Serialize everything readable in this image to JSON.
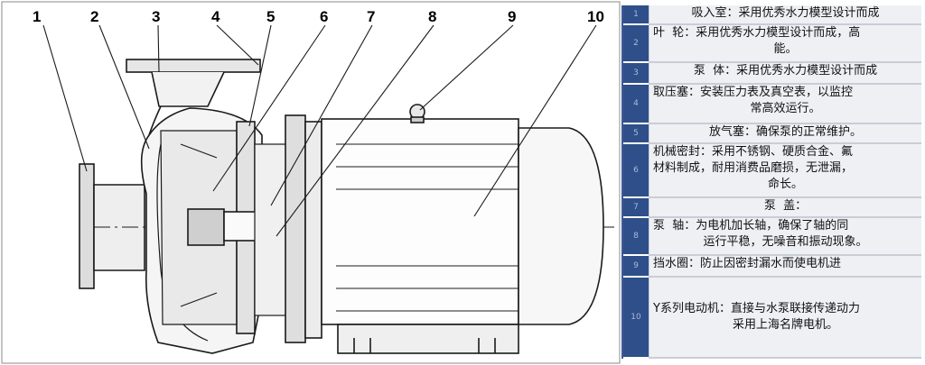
{
  "callouts": [
    "1",
    "2",
    "3",
    "4",
    "5",
    "6",
    "7",
    "8",
    "9",
    "10"
  ],
  "parts": [
    {
      "n": "1",
      "lines": [
        "吸入室：采用优秀水力模型设计而成"
      ]
    },
    {
      "n": "2",
      "lines": [
        "叶  轮：采用优秀水力模型设计而成，高",
        "能。"
      ]
    },
    {
      "n": "3",
      "lines": [
        "泵  体：采用优秀水力模型设计而成"
      ]
    },
    {
      "n": "4",
      "lines": [
        "取压塞：安装压力表及真空表，以监控",
        "常高效运行。"
      ]
    },
    {
      "n": "5",
      "lines": [
        "放气塞：确保泵的正常维护。"
      ]
    },
    {
      "n": "6",
      "lines": [
        "机械密封：采用不锈钢、硬质合金、氟",
        "材料制成，耐用消费品磨损，无泄漏，",
        "命长。"
      ]
    },
    {
      "n": "7",
      "lines": [
        "泵  盖："
      ]
    },
    {
      "n": "8",
      "lines": [
        "泵  轴：为电机加长轴，确保了轴的同",
        "运行平稳，无噪音和振动现象。"
      ]
    },
    {
      "n": "9",
      "lines": [
        "挡水圈：防止因密封漏水而使电机进"
      ]
    },
    {
      "n": "10",
      "lines": [
        "Y系列电动机：直接与水泵联接传递动力",
        "采用上海名牌电机。"
      ]
    }
  ]
}
